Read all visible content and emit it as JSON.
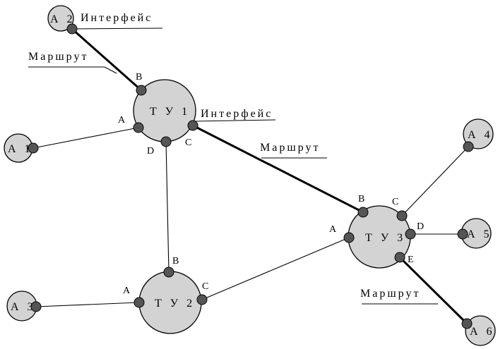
{
  "nodes": {
    "tu1": "Т У 1",
    "tu2": "Т У 2",
    "tu3": "Т У 3",
    "a1": "А 1",
    "a2": "А 2",
    "a3": "А 3",
    "a4": "А 4",
    "a5": "А 5",
    "a6": "А 6"
  },
  "ports": {
    "tu1_b": "B",
    "tu1_a": "A",
    "tu1_d": "D",
    "tu1_c": "C",
    "tu2_a": "A",
    "tu2_b": "B",
    "tu2_c": "C",
    "tu3_a": "A",
    "tu3_b": "B",
    "tu3_c": "C",
    "tu3_d": "D",
    "tu3_e": "E"
  },
  "annotations": {
    "interface_top": "Интерфейс",
    "interface_tu1": "Интерфейс",
    "route_top": "Маршрут",
    "route_middle": "Маршрут",
    "route_bottom": "Маршрут"
  },
  "colors": {
    "node_fill": "#d3d3d3",
    "port_fill": "#555555",
    "line": "#000000"
  }
}
